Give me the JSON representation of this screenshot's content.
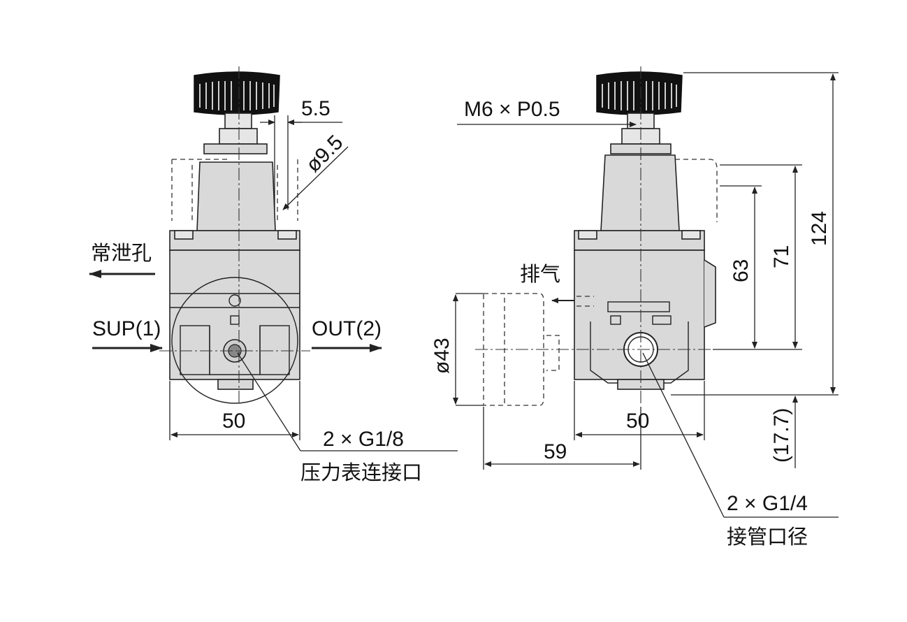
{
  "left_view": {
    "dim_width": "50",
    "dim_knob_offset": "5.5",
    "dim_mount_hole": "ø9.5",
    "label_drain": "常泄孔",
    "label_sup": "SUP(1)",
    "label_out": "OUT(2)",
    "gauge_port_spec": "2 × G1/8",
    "gauge_port_label": "压力表连接口"
  },
  "right_view": {
    "thread_spec": "M6 × P0.5",
    "label_exhaust": "排气",
    "dim_gauge_dia": "ø43",
    "dim_width": "50",
    "dim_gauge_offset": "59",
    "dim_63": "63",
    "dim_71": "71",
    "dim_124": "124",
    "dim_17_7": "(17.7)",
    "pipe_port_spec": "2 × G1/4",
    "pipe_port_label": "接管口径"
  },
  "colors": {
    "body": "#d9d9d9",
    "line": "#222222",
    "background": "#ffffff"
  }
}
